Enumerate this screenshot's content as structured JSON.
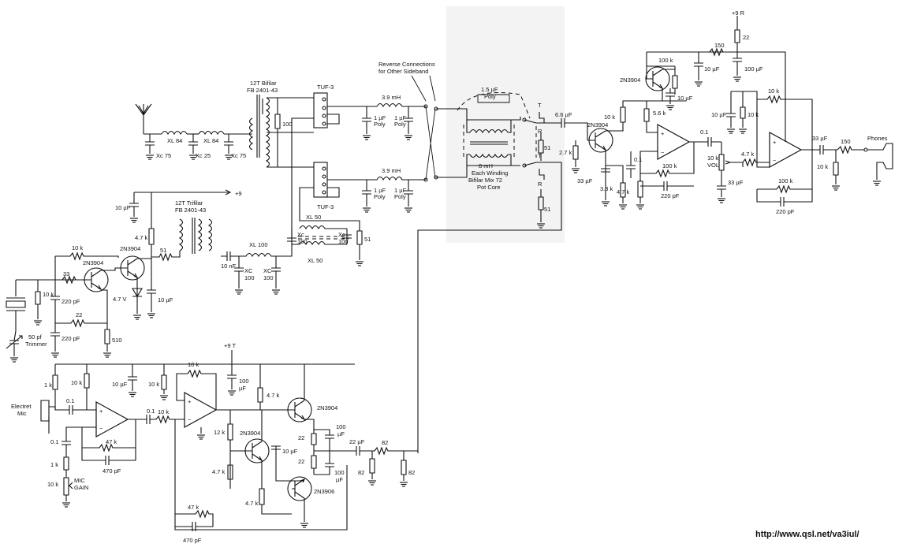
{
  "footer": {
    "url": "http://www.qsl.net/va3iul/"
  },
  "labels": {
    "rf_left": {
      "xl84a": "XL 84",
      "xl84b": "XL 84",
      "xc75a": "Xc 75",
      "xc25": "Xc 25",
      "xc75b": "Xc 75",
      "bifilar_a": "12T Bifilar",
      "bifilar_b": "FB 2401-43",
      "r100": "100",
      "tuf3a": "TUF-3",
      "tuf3b": "TUF-3",
      "mh39a": "3.9 mH",
      "mh39b": "3.9 mH",
      "c1a": "1 µF",
      "c1a2": "Poly",
      "c1b": "1 µF",
      "c1b2": "Poly",
      "c1c": "1 µF",
      "c1c2": "Poly",
      "c1d": "1 µF",
      "c1d2": "Poly",
      "reverse_a": "Reverse Connections",
      "reverse_b": "for Other Sideband",
      "xl50a": "XL 50",
      "xl50b": "XL 50",
      "xc100a": "Xc",
      "xc100a2": "100",
      "xc100b": "Xc",
      "xc100b2": "100",
      "r51a": "51",
      "trifilar_a": "12T Trifilar",
      "trifilar_b": "FB 2401-43",
      "plus9": "+9",
      "c10u_a": "10 µF",
      "r47k_a": "4.7 k",
      "r51b": "51",
      "c10n": "10 nF",
      "xl100": "XL 100",
      "xc_100c": "XC",
      "xc_100c2": "100",
      "xc_100d": "XC",
      "xc_100d2": "100"
    },
    "osc": {
      "r10k_a": "10 k",
      "q_2n3904a": "2N3904",
      "q_2n3904b": "2N3904",
      "r33": "33",
      "r10k_b": "10 k",
      "c220a": "220 pF",
      "c220b": "220 pF",
      "r22": "22",
      "r510": "510",
      "z47v": "4.7 V",
      "c10u_b": "10 µF",
      "trim_a": "50 pf",
      "trim_b": "Trimmer"
    },
    "prod": {
      "c15u": "1.5 µF",
      "c15u2": "Poly",
      "mh8": "8 mH",
      "each": "Each Winding",
      "bif72": "Bifilar Mix 72",
      "pot": "Pot Core",
      "t1": "T",
      "r1": "R",
      "t2": "T",
      "r2": "R",
      "r51c": "51",
      "r51d": "51"
    },
    "af": {
      "c66u": "6.6 µF",
      "q_2n3904c": "2N3904",
      "r27k": "2.7 k",
      "r10k_c": "10 k",
      "r56k": "5.6 k",
      "c33u_a": "33 µF",
      "r33k": "3.3 k",
      "c01a": "0.1",
      "r47k_b": "4.7 k",
      "r100k_a": "100 k",
      "c220c": "220 pF",
      "plus9r": "+9 R",
      "r22b": "22",
      "r150a": "150",
      "r100k_b": "100 k",
      "c10u_c": "10 µF",
      "c100u_a": "100 µF",
      "q_2n3904d": "2N3904",
      "c10u_d": "10 µF",
      "c10u_e": "10 µF",
      "r10k_d": "10 k",
      "r10k_e": "10 k",
      "c01b": "0.1",
      "vol_a": "10 k",
      "vol_b": "VOL",
      "r47k_c": "4.7 k",
      "c33u_b": "33 µF",
      "r100k_c": "100 k",
      "c220d": "220 pF",
      "c33u_c": "33 µF",
      "r150b": "150",
      "r10k_f": "10 k",
      "phones": "Phones"
    },
    "mic": {
      "plus9t": "+9 T",
      "electret_a": "Electret",
      "electret_b": "Mic",
      "r1k_a": "1 k",
      "r10k_g": "10 k",
      "c10u_f": "10 µF",
      "r10k_h": "10 k",
      "r10k_i": "10 k",
      "c100u_b": "100",
      "c100u_b2": "µF",
      "c01c": "0.1",
      "c01d": "0.1",
      "r10k_j": "10 k",
      "c01e": "0.1",
      "r47k_d": "47 k",
      "c470a": "470 pF",
      "r1k_b": "1 k",
      "r10k_k": "10 k",
      "mg_a": "MIC",
      "mg_b": "GAIN",
      "r47k_e": "4.7 k",
      "q_2n3904e": "2N3904",
      "r12k": "12 k",
      "q_2n3904f": "2N3904",
      "r47k_f": "4.7 k",
      "c10u_g": "10 µF",
      "r22c": "22",
      "r22d": "22",
      "c100u_c": "100",
      "c100u_c2": "µF",
      "c100u_d": "100",
      "c100u_d2": "µF",
      "q_2n3906": "2N3906",
      "r47k_g": "4.7 k",
      "c22u": "22 µF",
      "r82a": "82",
      "r82b": "82",
      "r82c": "82",
      "r47k_h": "47 k",
      "c470b": "470 pF"
    }
  }
}
